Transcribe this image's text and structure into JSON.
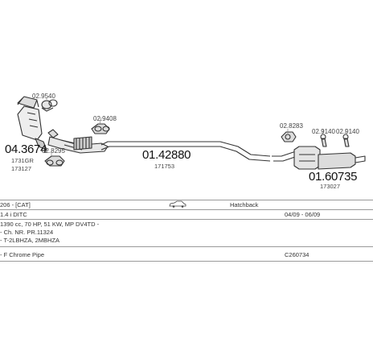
{
  "parts": {
    "cat": {
      "number": "04.3674",
      "ref1": "1731GR",
      "ref2": "173127"
    },
    "mid": {
      "number": "01.42880",
      "ref1": "171753"
    },
    "rear": {
      "number": "01.60735",
      "ref1": "173027"
    }
  },
  "accessories": {
    "a1": "02.9540",
    "a2": "02.9408",
    "a3": "02.8295",
    "a4": "02.8283",
    "a5": "02.9140",
    "a6": "02.9140"
  },
  "info": {
    "model": "206 - [CAT]",
    "body_type": "Hatchback",
    "engine": "1.4 i DITC",
    "years": "04/09 - 06/09",
    "spec": "1390 cc, 70 HP, 51 KW, MP DV4TD -",
    "note1": "- Ch. NR. PR.11324",
    "note2": "- T-2LBHZA, 2MBHZA",
    "pipe": "- F Chrome Pipe",
    "code": "C260734"
  }
}
